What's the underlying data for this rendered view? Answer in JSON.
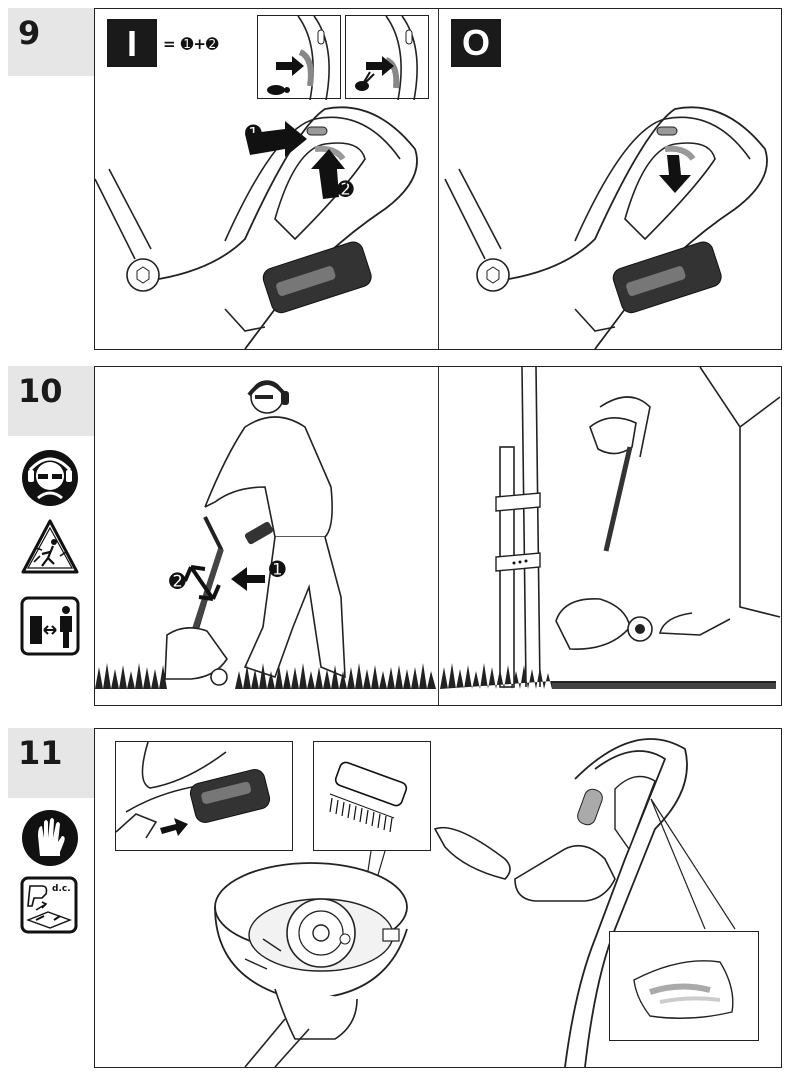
{
  "steps": [
    {
      "number": "9"
    },
    {
      "number": "10"
    },
    {
      "number": "11"
    }
  ],
  "step9": {
    "on_symbol": "I",
    "off_symbol": "O",
    "equation": "= ➊+➋",
    "callout_1": "➊",
    "callout_2": "➋"
  },
  "step10": {
    "callout_1": "➊",
    "callout_2": "➋",
    "icons": [
      "eye-ear-protection-icon",
      "thrown-objects-warning-icon",
      "keep-distance-icon"
    ]
  },
  "step11": {
    "icons": [
      "protective-gloves-icon",
      "dc-manual-icon"
    ],
    "dc_text": "d.c."
  },
  "colors": {
    "frame": "#222222",
    "tab": "#e6e6e6",
    "symbol_bg": "#1a1a1a"
  }
}
